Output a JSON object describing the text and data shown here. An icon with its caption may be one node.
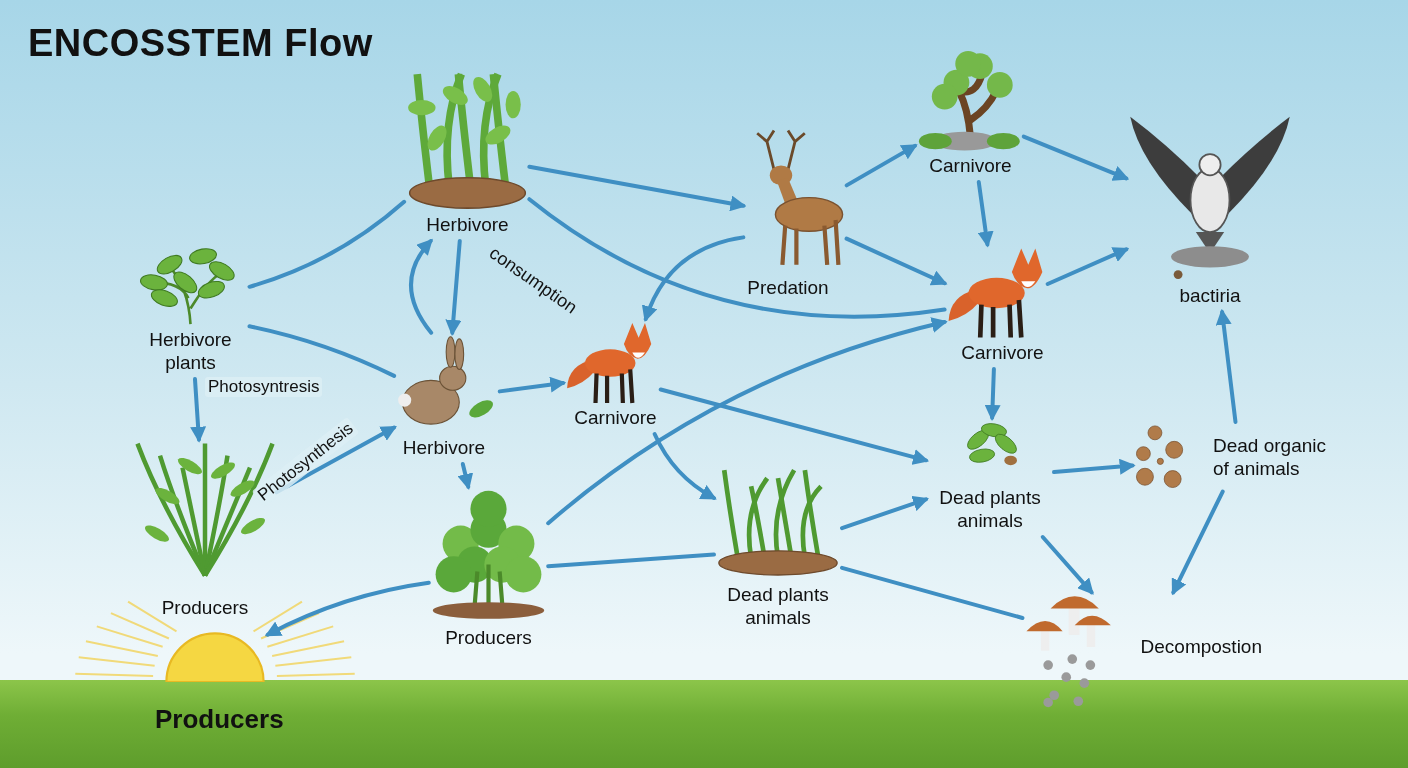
{
  "diagram": {
    "title": "ENCOSSTEM Flow",
    "nodes": [
      {
        "text": [
          "Herbivore plants"
        ]
      },
      {
        "text": [
          "Herbivore"
        ]
      },
      {
        "text": [
          "Herbivore"
        ]
      },
      {
        "text": [
          "Predation"
        ]
      },
      {
        "text": [
          "Carnivore"
        ]
      },
      {
        "text": [
          "Carnivore"
        ]
      },
      {
        "text": [
          "bactiria"
        ]
      },
      {
        "text": [
          "Carnivore"
        ]
      },
      {
        "text": [
          "Producers"
        ]
      },
      {
        "text": [
          "Producers"
        ]
      },
      {
        "text": [
          "Dead plants animals"
        ]
      },
      {
        "text": [
          "Dead plants animals"
        ]
      },
      {
        "text": [
          "Dead organic of animals"
        ]
      },
      {
        "text": [
          "Decompostion"
        ]
      },
      {
        "text": [],
        "shape": "circle"
      }
    ],
    "edges": [
      {
        "from": 0,
        "to": 8,
        "arrow": "to",
        "label": "Photosyntresis"
      },
      {
        "from": 8,
        "to": 2,
        "arrow": "to",
        "label": "Photosynthesis"
      },
      {
        "from": 0,
        "to": 1,
        "arrow": "none"
      },
      {
        "from": 0,
        "to": 2,
        "arrow": "none"
      },
      {
        "from": 2,
        "to": 1,
        "arrow": "to"
      },
      {
        "from": 1,
        "to": 2,
        "arrow": "to"
      },
      {
        "from": 1,
        "to": 3,
        "arrow": "to"
      },
      {
        "from": 1,
        "to": 5,
        "arrow": "none"
      },
      {
        "from": 3,
        "to": 4,
        "arrow": "to"
      },
      {
        "from": 3,
        "to": 5,
        "arrow": "to"
      },
      {
        "from": 3,
        "to": 7,
        "arrow": "to"
      },
      {
        "from": 4,
        "to": 6,
        "arrow": "to"
      },
      {
        "from": 4,
        "to": 5,
        "arrow": "to"
      },
      {
        "from": 5,
        "to": 6,
        "arrow": "to"
      },
      {
        "from": 5,
        "to": 11,
        "arrow": "to"
      },
      {
        "from": 2,
        "to": 7,
        "arrow": "to"
      },
      {
        "from": 2,
        "to": 9,
        "arrow": "to"
      },
      {
        "from": 7,
        "to": 11,
        "arrow": "to"
      },
      {
        "from": 7,
        "to": 10,
        "arrow": "to"
      },
      {
        "from": 9,
        "to": 5,
        "arrow": "to"
      },
      {
        "from": 9,
        "to": 14,
        "arrow": "to"
      },
      {
        "from": 9,
        "to": 10,
        "arrow": "none"
      },
      {
        "from": 10,
        "to": 11,
        "arrow": "to"
      },
      {
        "from": 10,
        "to": 13,
        "arrow": "none"
      },
      {
        "from": 11,
        "to": 12,
        "arrow": "to"
      },
      {
        "from": 11,
        "to": 13,
        "arrow": "to"
      },
      {
        "from": 12,
        "to": 13,
        "arrow": "to"
      },
      {
        "from": 12,
        "to": 6,
        "arrow": "to"
      }
    ],
    "labels": [
      "consumption",
      "Producers"
    ]
  }
}
